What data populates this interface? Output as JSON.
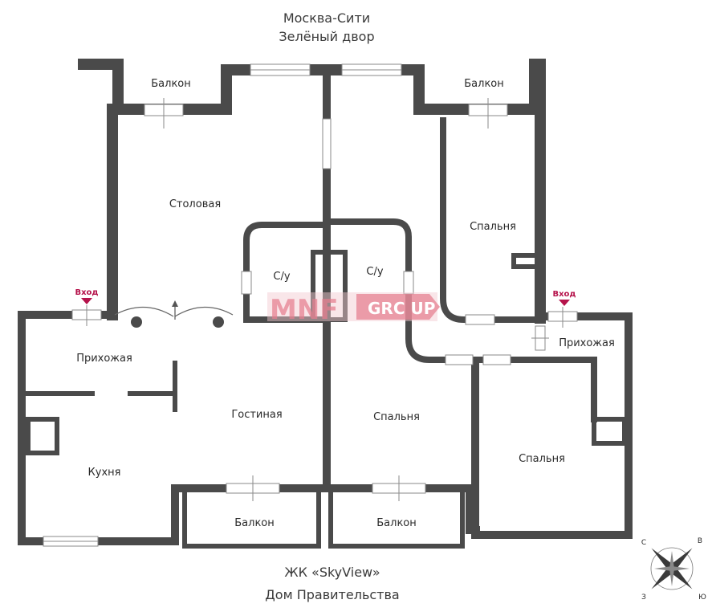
{
  "header": {
    "top_line1": "Москва-Сити",
    "top_line2": "Зелёный двор",
    "bottom_line1": "ЖК «SkyView»",
    "bottom_line2": "Дом Правительства"
  },
  "rooms": {
    "balcony_top_left": "Балкон",
    "balcony_top_right": "Балкон",
    "dining": "Столовая",
    "bath_left": "С/у",
    "bath_right": "С/у",
    "bedroom_top_right": "Спальня",
    "hall_left": "Прихожая",
    "hall_right": "Прихожая",
    "living": "Гостиная",
    "kitchen": "Кухня",
    "bedroom_middle": "Спальня",
    "bedroom_right": "Спальня",
    "balcony_bottom_left": "Балкон",
    "balcony_bottom_right": "Балкон"
  },
  "entries": {
    "left": "Вход",
    "right": "Вход"
  },
  "watermark": {
    "brand": "MNF",
    "group": "GRC UP"
  },
  "compass": {
    "n": "С",
    "s": "Ю",
    "w": "З",
    "e": "В"
  },
  "colors": {
    "wall": "#4a4a4a",
    "accent": "#b5134b",
    "watermark": "#c8143c"
  }
}
